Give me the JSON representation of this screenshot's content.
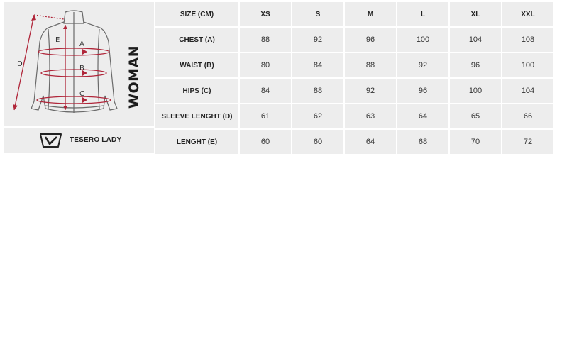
{
  "gender": "WOMAN",
  "brand": "TESERO LADY",
  "diagram_labels": {
    "a": "A",
    "b": "B",
    "c": "C",
    "d": "D",
    "e": "E"
  },
  "icons": {
    "logo": "tesero-v-logo-icon",
    "garment": "jacket-diagram-icon"
  },
  "colors": {
    "cell_bg": "#ededed",
    "accent": "#b0263a",
    "text": "#222222"
  },
  "table": {
    "header": [
      "SIZE (CM)",
      "XS",
      "S",
      "M",
      "L",
      "XL",
      "XXL"
    ],
    "rows": [
      {
        "label": "CHEST (A)",
        "values": [
          "88",
          "92",
          "96",
          "100",
          "104",
          "108"
        ]
      },
      {
        "label": "WAIST (B)",
        "values": [
          "80",
          "84",
          "88",
          "92",
          "96",
          "100"
        ]
      },
      {
        "label": "HIPS (C)",
        "values": [
          "84",
          "88",
          "92",
          "96",
          "100",
          "104"
        ]
      },
      {
        "label": "SLEEVE LENGHT (D)",
        "values": [
          "61",
          "62",
          "63",
          "64",
          "65",
          "66"
        ]
      },
      {
        "label": "LENGHT (E)",
        "values": [
          "60",
          "60",
          "64",
          "68",
          "70",
          "72"
        ]
      }
    ]
  }
}
